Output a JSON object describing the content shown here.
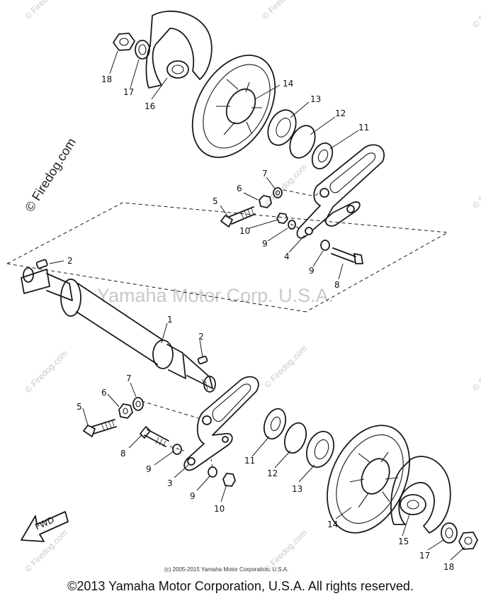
{
  "diagram": {
    "watermark_main": "Yamaha Motor Corp. U.S.A.",
    "watermark_side": "© Firedog.com",
    "watermark_tile": "© Firedog.com",
    "fwd_label": "FWD",
    "small_copyright": "(c) 2005-2015 Yamaha Motor Corporation, U.S.A.",
    "footer": "©2013 Yamaha Motor Corporation, U.S.A. All rights reserved.",
    "part_labels": {
      "p1": "1",
      "p2_top": "2",
      "p2_bottom": "2",
      "p3": "3",
      "p4": "4",
      "p5_top": "5",
      "p5_bottom": "5",
      "p6_top": "6",
      "p6_bottom": "6",
      "p7_top": "7",
      "p7_bottom": "7",
      "p8_top": "8",
      "p8_bottom": "8",
      "p9_top_a": "9",
      "p9_top_b": "9",
      "p9_bottom_a": "9",
      "p9_bottom_b": "9",
      "p10_top": "10",
      "p10_bottom": "10",
      "p11_top": "11",
      "p11_bottom": "11",
      "p12_top": "12",
      "p12_bottom": "12",
      "p13_top": "13",
      "p13_bottom": "13",
      "p14_top": "14",
      "p14_bottom": "14",
      "p15": "15",
      "p16": "16",
      "p17_top": "17",
      "p17_bottom": "17",
      "p18_top": "18",
      "p18_bottom": "18"
    }
  }
}
